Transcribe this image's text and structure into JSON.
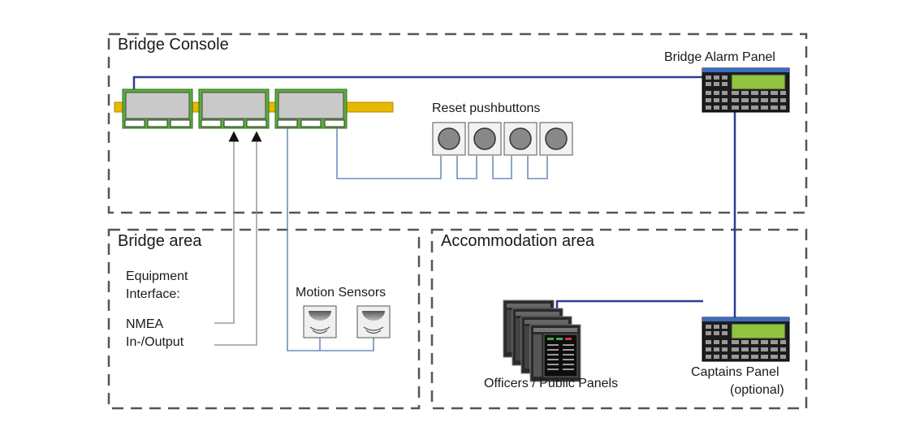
{
  "areas": {
    "bridge_console": "Bridge Console",
    "bridge_area": "Bridge area",
    "accommodation_area": "Accommodation area"
  },
  "labels": {
    "bridge_alarm_panel": "Bridge Alarm Panel",
    "reset_pushbuttons": "Reset pushbuttons",
    "equipment_interface": [
      "Equipment",
      "Interface:"
    ],
    "nmea": [
      "NMEA",
      "In-/Output"
    ],
    "motion_sensors": "Motion Sensors",
    "officers_panels": "Officers / Public Panels",
    "captains_panel": [
      "Captains Panel",
      "(optional)"
    ]
  },
  "colors": {
    "bus_line": "#2e3d8f",
    "wire_line": "#6e8fc0",
    "module_green": "#5cb03a",
    "din_rail": "#e8b800",
    "panel_display": "#8fc43c"
  }
}
